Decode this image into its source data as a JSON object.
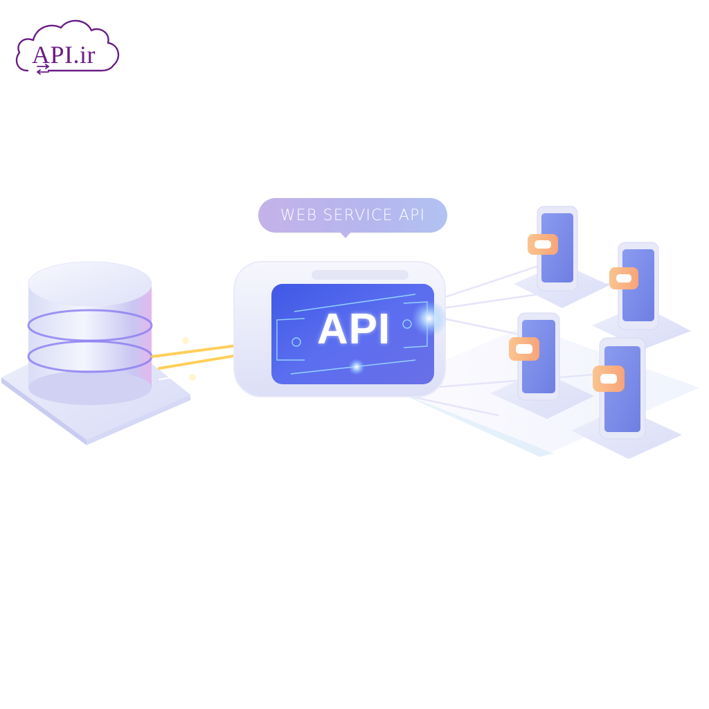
{
  "logo": {
    "text": "API.ir",
    "icon": "cloud-with-exchange-arrows-icon",
    "color": "#6a1b86"
  },
  "diagram": {
    "callout": {
      "label": "WEB SERVICE API",
      "color_start": "#c4b2ea",
      "color_end": "#b2c2f2"
    },
    "gateway": {
      "label": "API",
      "screen_color": "#4a63e8",
      "body_color": "#eceef9"
    },
    "database": {
      "icon": "database-cylinder-icon",
      "layers": 3
    },
    "clients": [
      {
        "icon": "smartphone-icon",
        "badge": "message-bubble-icon"
      },
      {
        "icon": "smartphone-icon",
        "badge": "message-bubble-icon"
      },
      {
        "icon": "smartphone-icon",
        "badge": "message-bubble-icon"
      },
      {
        "icon": "smartphone-icon",
        "badge": "message-bubble-icon"
      }
    ],
    "accent_colors": {
      "phone_screen": "#7f8ee6",
      "badge": "#f8b27a",
      "connection_glow": "#ffd27a",
      "platform": "#e6e8fa"
    }
  }
}
